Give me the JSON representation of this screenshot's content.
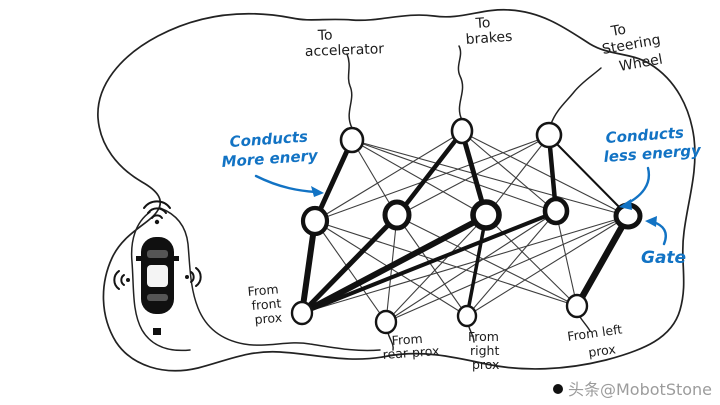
{
  "colors": {
    "ink": "#1c1c1c",
    "annotation_blue": "#1273c4",
    "watermark_gray": "#9c9c9c",
    "background": "#ffffff"
  },
  "output_labels": {
    "accelerator": {
      "line1": "To",
      "line2": "accelerator"
    },
    "brakes": {
      "line1": "To",
      "line2": "brakes"
    },
    "steering": {
      "line1": "To",
      "line2": "Steering",
      "line3": "Wheel"
    }
  },
  "input_labels": {
    "front": {
      "line1": "From",
      "line2": "front",
      "line3": "prox"
    },
    "rear": {
      "line1": "From",
      "line2": "rear prox"
    },
    "right": {
      "line1": "From",
      "line2": "right",
      "line3": "prox"
    },
    "left": {
      "line1": "From left",
      "line2": "prox"
    }
  },
  "annotations": {
    "more_energy": {
      "line1": "Conducts",
      "line2": "More enery"
    },
    "less_energy": {
      "line1": "Conducts",
      "line2": "less energy"
    },
    "gate": "Gate"
  },
  "watermark": "头条@MobotStone"
}
